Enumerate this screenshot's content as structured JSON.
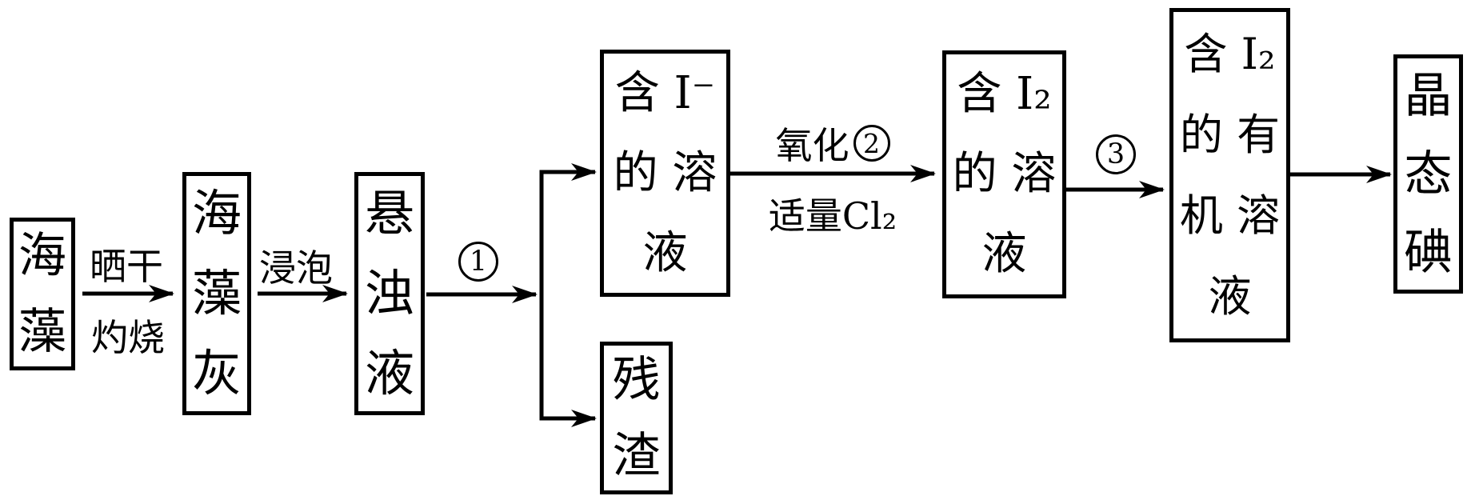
{
  "diagram": {
    "boxes": {
      "seaweed": {
        "name": "海藻",
        "lines": [
          "海",
          "藻"
        ]
      },
      "seaweed_ash": {
        "name": "海藻灰",
        "lines": [
          "海",
          "藻",
          "灰"
        ]
      },
      "suspension": {
        "name": "悬浊液",
        "lines": [
          "悬",
          "浊",
          "液"
        ]
      },
      "iodide_solution": {
        "name": "含I⁻的溶液",
        "lines": [
          "含 I⁻",
          "的 溶",
          "液"
        ]
      },
      "residue": {
        "name": "残渣",
        "lines": [
          "残",
          "渣"
        ]
      },
      "iodine_solution": {
        "name": "含I₂的溶液",
        "lines": [
          "含 I₂",
          "的 溶",
          "液"
        ]
      },
      "iodine_organic_solution": {
        "name": "含I₂的有机溶液",
        "lines": [
          "含 I₂",
          "的 有",
          "机 溶",
          "液"
        ]
      },
      "crystalline_iodine": {
        "name": "晶态碘",
        "lines": [
          "晶",
          "态",
          "碘"
        ]
      }
    },
    "labels": {
      "dry": "晒干",
      "burn": "灼烧",
      "soak": "浸泡",
      "step1": "1",
      "oxidation": "氧化",
      "step2": "2",
      "chlorine": "适量Cl₂",
      "step3": "3"
    },
    "colors": {
      "ink": "#000000",
      "background": "#ffffff"
    }
  }
}
